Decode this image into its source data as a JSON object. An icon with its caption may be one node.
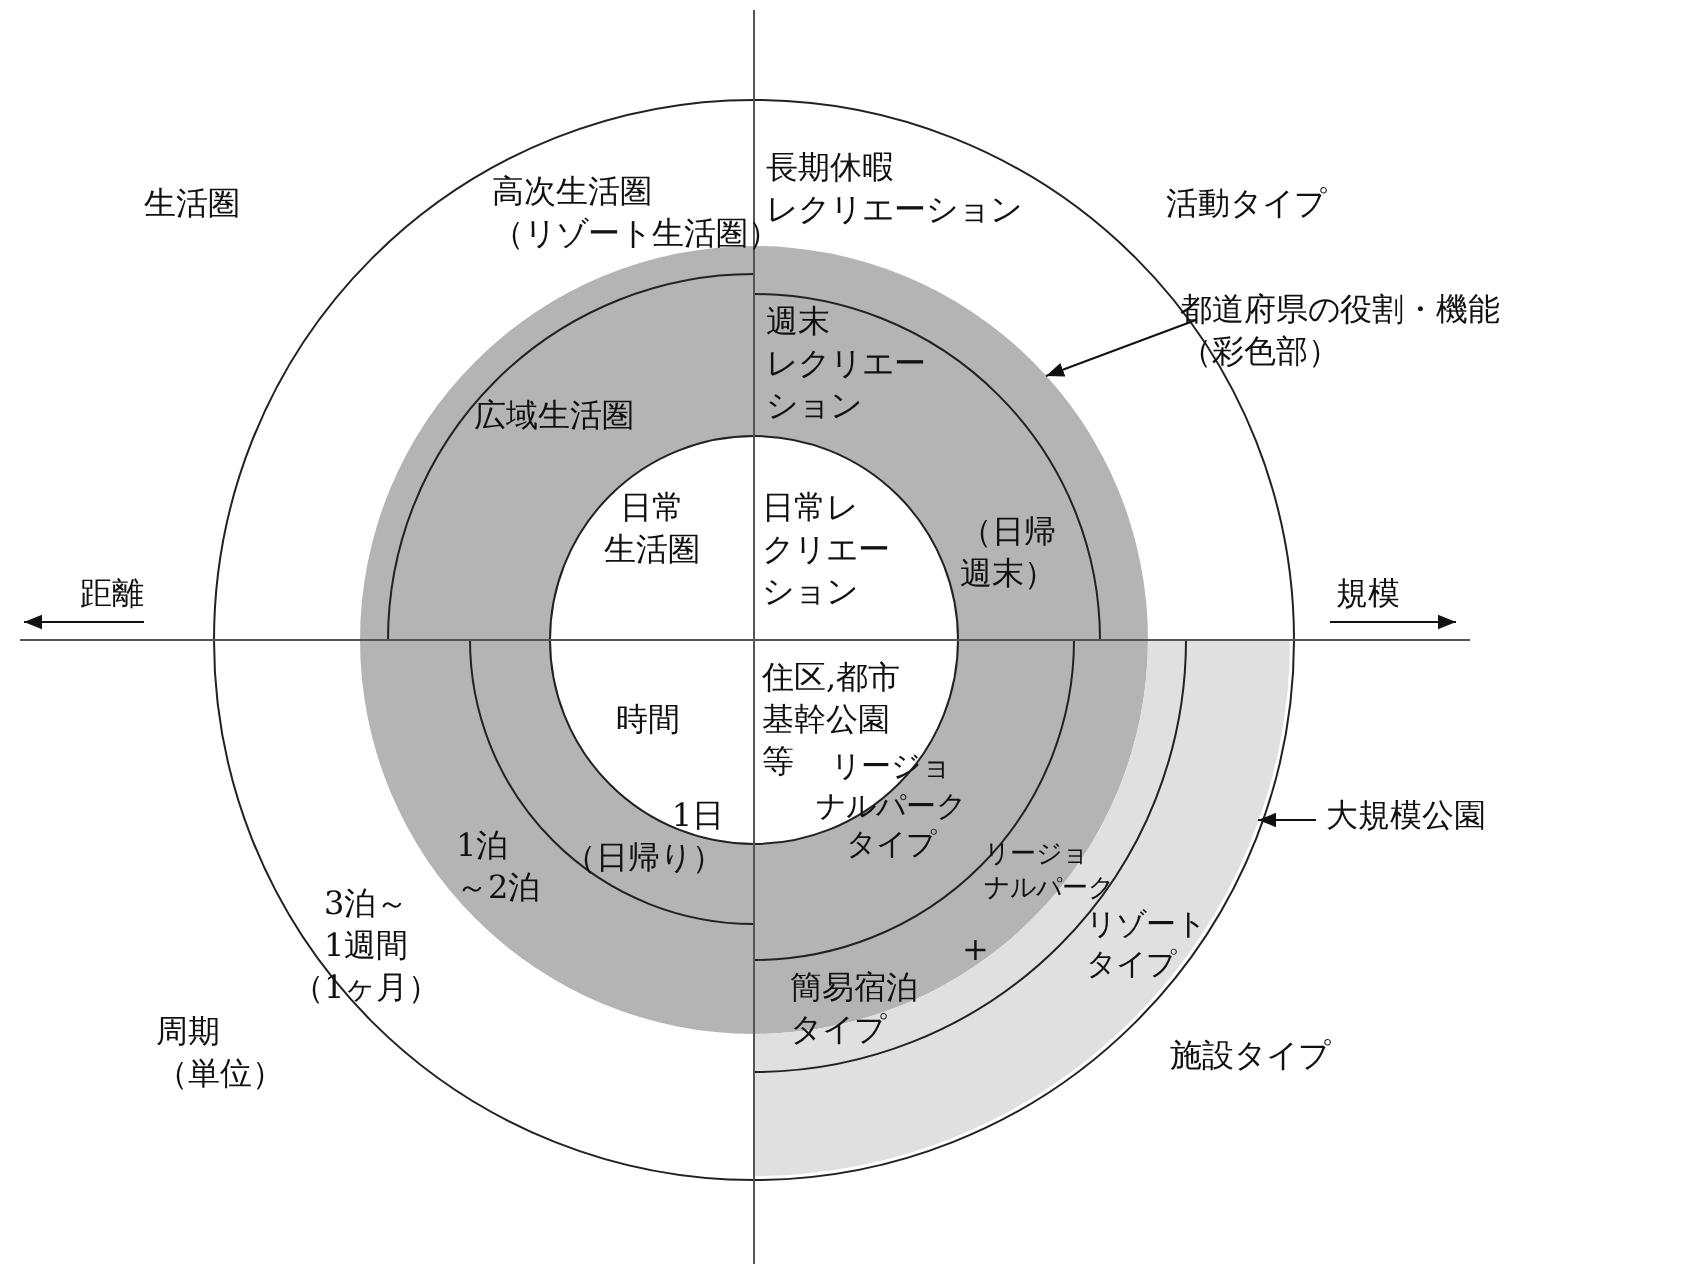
{
  "diagram": {
    "nodes": [
      {
        "text": [
          "都道府県の役割・機能（彩色部）"
        ]
      },
      {
        "text": [],
        "shape": "band"
      },
      {
        "text": [
          "大規模公園"
        ]
      },
      {
        "text": [],
        "shape": "band"
      }
    ],
    "edges": [
      {
        "from": 0,
        "to": 1,
        "arrow": "to"
      },
      {
        "from": 2,
        "to": 3,
        "arrow": "to"
      }
    ],
    "labels": [
      "生活圏",
      "高次生活圏（リゾート生活圏）",
      "長期休暇レクリエーション",
      "活動タイプ",
      "週末レクリエーション",
      "広域生活圏",
      "日常生活圏",
      "日常レクリエーション",
      "（日帰週末）",
      "距離",
      "規模",
      "住区,都市基幹公園等",
      "時間",
      "リージョナルパークタイプ",
      "1日（日帰り）",
      "1泊～2泊",
      "3泊～1週間（1ヶ月）",
      "リージョナルパーク",
      "+",
      "リゾートタイプ",
      "簡易宿泊タイプ",
      "周期（単位）",
      "施設タイプ"
    ]
  }
}
